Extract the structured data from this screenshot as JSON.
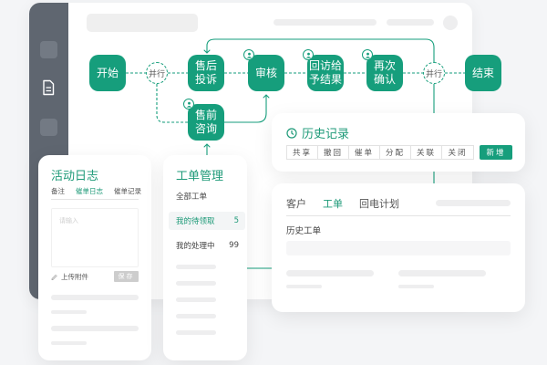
{
  "flowchart": {
    "nodes": [
      {
        "id": "start",
        "label": "开始",
        "badge": false
      },
      {
        "id": "after-sale",
        "label": "售后\n投诉",
        "badge": false
      },
      {
        "id": "review",
        "label": "审核",
        "badge": true
      },
      {
        "id": "callback",
        "label": "回访给\n予结果",
        "badge": true
      },
      {
        "id": "reconfirm",
        "label": "再次\n确认",
        "badge": true
      },
      {
        "id": "end",
        "label": "结束",
        "badge": false
      },
      {
        "id": "pre-sale",
        "label": "售前\n咨询",
        "badge": true
      }
    ],
    "gateways": [
      {
        "id": "parallel-1",
        "label": "并行"
      },
      {
        "id": "parallel-2",
        "label": "并行"
      }
    ],
    "accent_color": "#169e7c"
  },
  "history": {
    "title": "历史记录",
    "icon": "clock-icon",
    "actions": [
      "共享",
      "撤回",
      "催单",
      "分配",
      "关联",
      "关闭"
    ],
    "add_label": "新增"
  },
  "detail": {
    "tabs": [
      {
        "label": "客户",
        "active": false
      },
      {
        "label": "工单",
        "active": true
      },
      {
        "label": "回电计划",
        "active": false
      }
    ],
    "section_label": "历史工单"
  },
  "activity_log": {
    "title": "活动日志",
    "tabs": [
      {
        "label": "备注",
        "active": false
      },
      {
        "label": "催单日志",
        "active": true
      },
      {
        "label": "催单记录",
        "active": false
      }
    ],
    "input_placeholder": "请输入",
    "upload_label": "上传附件",
    "save_label": "保存"
  },
  "ticket_mgmt": {
    "title": "工单管理",
    "items": [
      {
        "label": "全部工单",
        "count": "",
        "active": false
      },
      {
        "label": "我的待领取",
        "count": "5",
        "active": true
      },
      {
        "label": "我的处理中",
        "count": "99",
        "active": false
      }
    ]
  }
}
